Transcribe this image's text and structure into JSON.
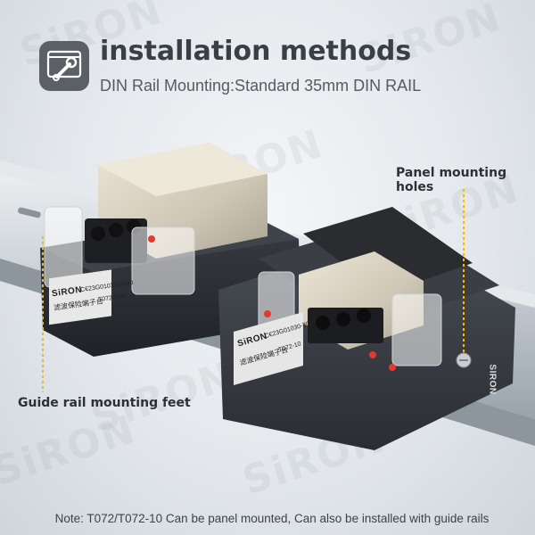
{
  "watermark": "SiRON",
  "header": {
    "title": "installation methods",
    "subtitle": "DIN Rail Mounting:Standard 35mm DIN RAIL",
    "icon": "wrench-icon"
  },
  "callouts": {
    "panel_mounting_holes": "Panel mounting holes",
    "guide_rail_feet": "Guide rail mounting feet"
  },
  "product_left": {
    "brand": "SiRON",
    "code": "C€23G01032-0100",
    "model": "T072-20A",
    "cn_label": "滤波保险端子台"
  },
  "product_right": {
    "brand": "SiRON",
    "code": "C€23G01030-3000",
    "model": "T072-10",
    "cn_label": "滤波保险端子台",
    "side_brand": "SIRON"
  },
  "footer": {
    "note": "Note: T072/T072-10 Can be panel mounted, Can also be installed with guide rails"
  },
  "colors": {
    "accent_yellow": "#f2b90f",
    "housing": "#2b2e33",
    "relay_metal": "#d9d2c2"
  }
}
